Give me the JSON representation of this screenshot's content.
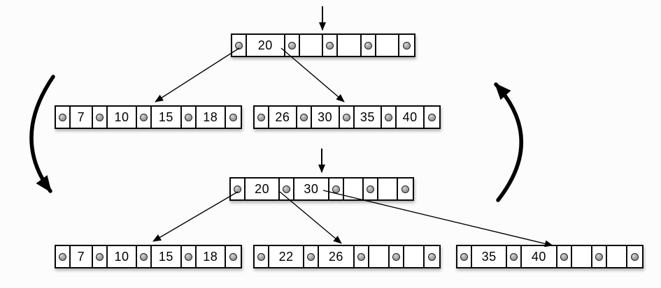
{
  "diagram": {
    "type": "btree-split-diagram",
    "colors": {
      "background": "#fcfcfc",
      "node_fill": "#ffffff",
      "border": "#0a0a0a",
      "pointer_dot": "#9a9a9a",
      "arrow": "#000000"
    },
    "trees": {
      "before": {
        "root": {
          "keys": [
            "20",
            "",
            "",
            ""
          ]
        },
        "children": [
          {
            "keys": [
              "7",
              "10",
              "15",
              "18"
            ]
          },
          {
            "keys": [
              "26",
              "30",
              "35",
              "40"
            ]
          }
        ]
      },
      "after": {
        "root": {
          "keys": [
            "20",
            "30",
            "",
            ""
          ]
        },
        "children": [
          {
            "keys": [
              "7",
              "10",
              "15",
              "18"
            ]
          },
          {
            "keys": [
              "22",
              "26",
              "",
              ""
            ]
          },
          {
            "keys": [
              "35",
              "40",
              "",
              ""
            ]
          }
        ]
      }
    }
  }
}
